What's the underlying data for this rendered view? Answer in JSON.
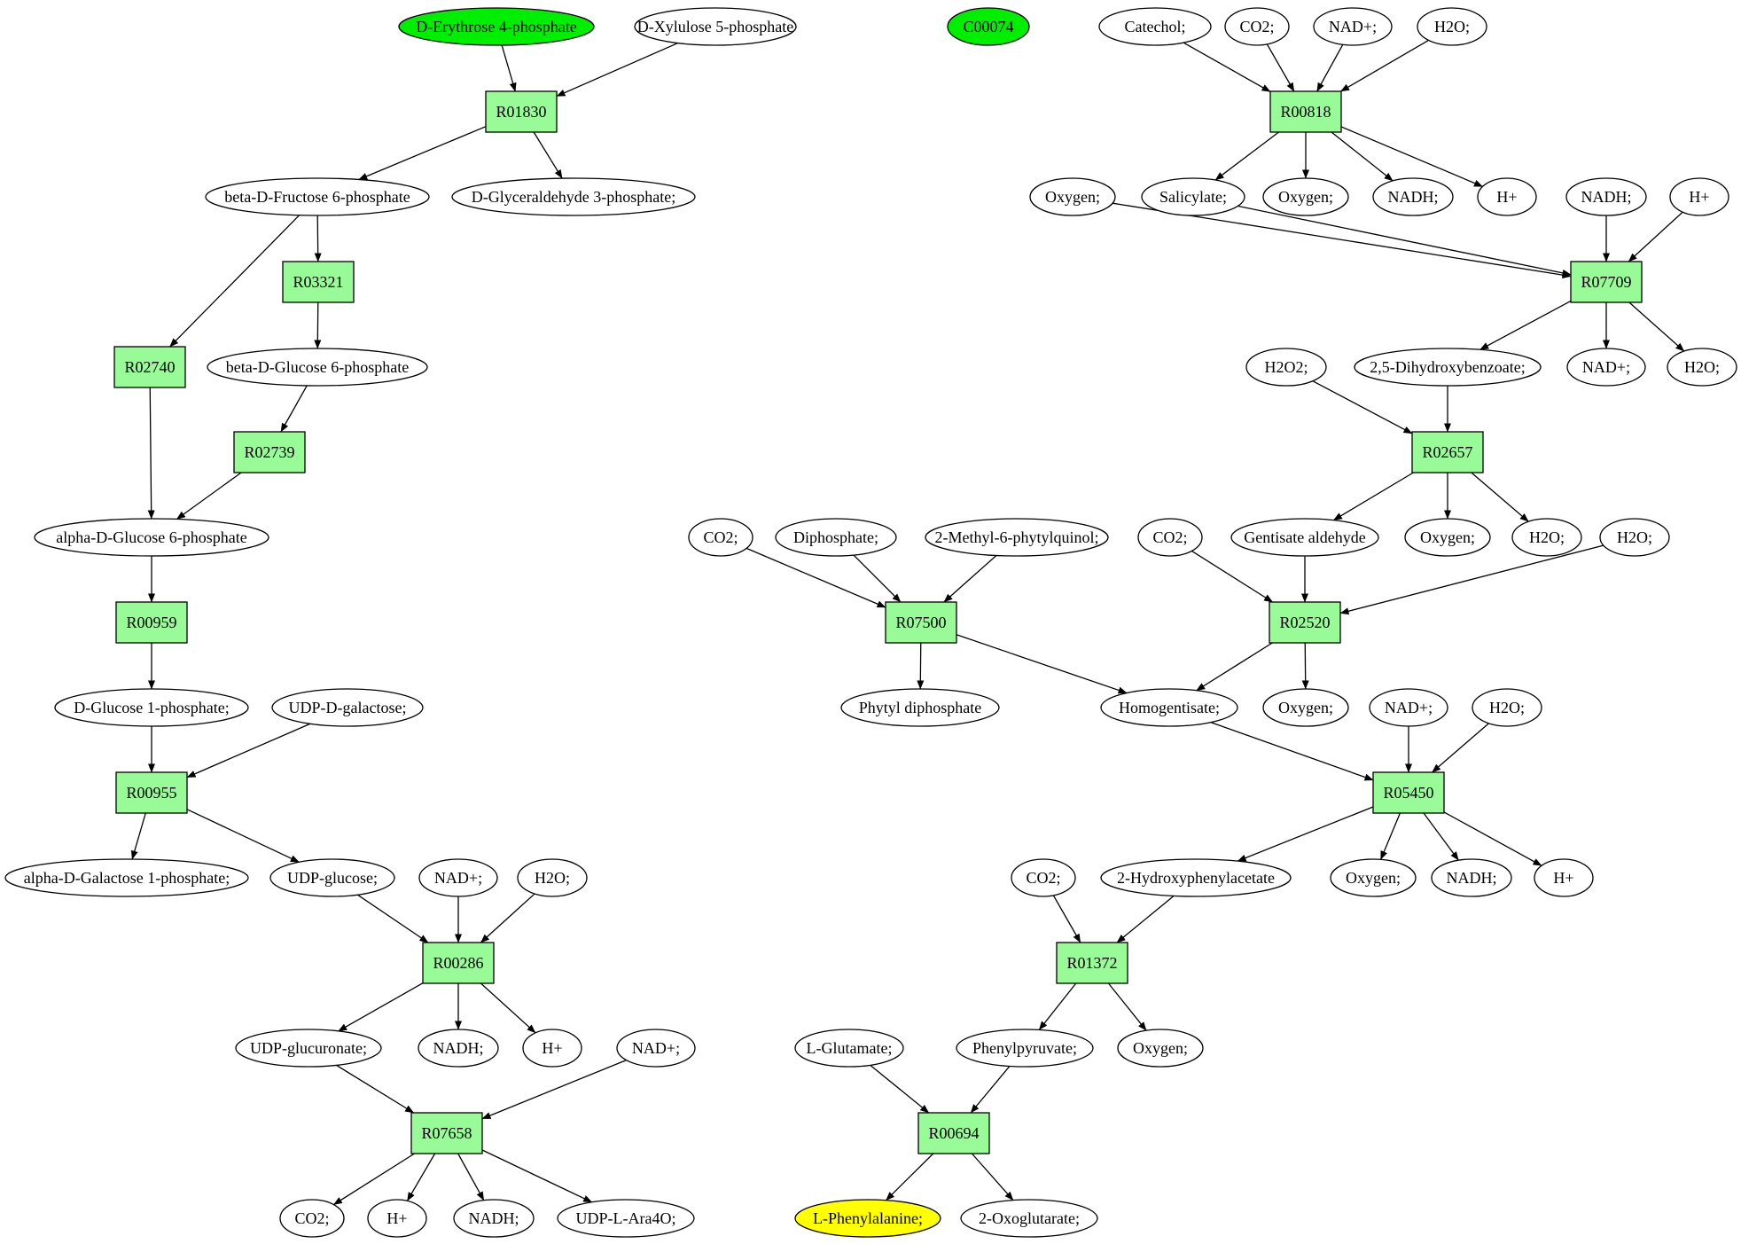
{
  "colors": {
    "compound": "#ffffff",
    "reaction": "#98fb98",
    "start": "#00ee00",
    "target": "#ffff00",
    "stroke": "#000000"
  },
  "nodes": [
    {
      "id": "n_e4p",
      "label": "D-Erythrose 4-phosphate",
      "kind": "start"
    },
    {
      "id": "n_x5p",
      "label": "D-Xylulose 5-phosphate",
      "kind": "compound"
    },
    {
      "id": "n_c74",
      "label": "C00074",
      "kind": "start"
    },
    {
      "id": "n_catechol",
      "label": "Catechol;",
      "kind": "compound"
    },
    {
      "id": "n_co2_a",
      "label": "CO2;",
      "kind": "compound"
    },
    {
      "id": "n_nadp_a",
      "label": "NAD+;",
      "kind": "compound"
    },
    {
      "id": "n_h2o_a",
      "label": "H2O;",
      "kind": "compound"
    },
    {
      "id": "r_01830",
      "label": "R01830",
      "kind": "reaction"
    },
    {
      "id": "r_00818",
      "label": "R00818",
      "kind": "reaction"
    },
    {
      "id": "n_bfru6p",
      "label": "beta-D-Fructose 6-phosphate",
      "kind": "compound"
    },
    {
      "id": "n_g3p",
      "label": "D-Glyceraldehyde 3-phosphate;",
      "kind": "compound"
    },
    {
      "id": "n_oxy_a",
      "label": "Oxygen;",
      "kind": "compound"
    },
    {
      "id": "n_salicylate",
      "label": "Salicylate;",
      "kind": "compound"
    },
    {
      "id": "n_oxy_b",
      "label": "Oxygen;",
      "kind": "compound"
    },
    {
      "id": "n_nadh_a",
      "label": "NADH;",
      "kind": "compound"
    },
    {
      "id": "n_hp_a",
      "label": "H+",
      "kind": "compound"
    },
    {
      "id": "n_nadh_b",
      "label": "NADH;",
      "kind": "compound"
    },
    {
      "id": "n_hp_b",
      "label": "H+",
      "kind": "compound"
    },
    {
      "id": "r_03321",
      "label": "R03321",
      "kind": "reaction"
    },
    {
      "id": "r_07709",
      "label": "R07709",
      "kind": "reaction"
    },
    {
      "id": "r_02740",
      "label": "R02740",
      "kind": "reaction"
    },
    {
      "id": "n_bglc6p",
      "label": "beta-D-Glucose 6-phosphate",
      "kind": "compound"
    },
    {
      "id": "n_h2o2",
      "label": "H2O2;",
      "kind": "compound"
    },
    {
      "id": "n_25dhb",
      "label": "2,5-Dihydroxybenzoate;",
      "kind": "compound"
    },
    {
      "id": "n_nadp_b",
      "label": "NAD+;",
      "kind": "compound"
    },
    {
      "id": "n_h2o_b",
      "label": "H2O;",
      "kind": "compound"
    },
    {
      "id": "r_02739",
      "label": "R02739",
      "kind": "reaction"
    },
    {
      "id": "r_02657",
      "label": "R02657",
      "kind": "reaction"
    },
    {
      "id": "n_aglc6p",
      "label": "alpha-D-Glucose 6-phosphate",
      "kind": "compound"
    },
    {
      "id": "n_co2_b",
      "label": "CO2;",
      "kind": "compound"
    },
    {
      "id": "n_diphos",
      "label": "Diphosphate;",
      "kind": "compound"
    },
    {
      "id": "n_2m6p",
      "label": "2-Methyl-6-phytylquinol;",
      "kind": "compound"
    },
    {
      "id": "n_co2_c",
      "label": "CO2;",
      "kind": "compound"
    },
    {
      "id": "n_gentald",
      "label": "Gentisate aldehyde",
      "kind": "compound"
    },
    {
      "id": "n_oxy_c",
      "label": "Oxygen;",
      "kind": "compound"
    },
    {
      "id": "n_h2o_c",
      "label": "H2O;",
      "kind": "compound"
    },
    {
      "id": "n_h2o_d",
      "label": "H2O;",
      "kind": "compound"
    },
    {
      "id": "r_00959",
      "label": "R00959",
      "kind": "reaction"
    },
    {
      "id": "r_07500",
      "label": "R07500",
      "kind": "reaction"
    },
    {
      "id": "r_02520",
      "label": "R02520",
      "kind": "reaction"
    },
    {
      "id": "n_glc1p",
      "label": "D-Glucose 1-phosphate;",
      "kind": "compound"
    },
    {
      "id": "n_udpgal",
      "label": "UDP-D-galactose;",
      "kind": "compound"
    },
    {
      "id": "n_phytyl",
      "label": "Phytyl diphosphate",
      "kind": "compound"
    },
    {
      "id": "n_homogent",
      "label": "Homogentisate;",
      "kind": "compound"
    },
    {
      "id": "n_oxy_d",
      "label": "Oxygen;",
      "kind": "compound"
    },
    {
      "id": "n_nadp_c",
      "label": "NAD+;",
      "kind": "compound"
    },
    {
      "id": "n_h2o_e",
      "label": "H2O;",
      "kind": "compound"
    },
    {
      "id": "r_00955",
      "label": "R00955",
      "kind": "reaction"
    },
    {
      "id": "r_05450",
      "label": "R05450",
      "kind": "reaction"
    },
    {
      "id": "n_agal1p",
      "label": "alpha-D-Galactose 1-phosphate;",
      "kind": "compound"
    },
    {
      "id": "n_udpglc",
      "label": "UDP-glucose;",
      "kind": "compound"
    },
    {
      "id": "n_nadp_d",
      "label": "NAD+;",
      "kind": "compound"
    },
    {
      "id": "n_h2o_f",
      "label": "H2O;",
      "kind": "compound"
    },
    {
      "id": "n_co2_d",
      "label": "CO2;",
      "kind": "compound"
    },
    {
      "id": "n_2hpa",
      "label": "2-Hydroxyphenylacetate",
      "kind": "compound"
    },
    {
      "id": "n_oxy_e",
      "label": "Oxygen;",
      "kind": "compound"
    },
    {
      "id": "n_nadh_c",
      "label": "NADH;",
      "kind": "compound"
    },
    {
      "id": "n_hp_c",
      "label": "H+",
      "kind": "compound"
    },
    {
      "id": "r_00286",
      "label": "R00286",
      "kind": "reaction"
    },
    {
      "id": "r_01372",
      "label": "R01372",
      "kind": "reaction"
    },
    {
      "id": "n_udpglcur",
      "label": "UDP-glucuronate;",
      "kind": "compound"
    },
    {
      "id": "n_nadh_d",
      "label": "NADH;",
      "kind": "compound"
    },
    {
      "id": "n_hp_d",
      "label": "H+",
      "kind": "compound"
    },
    {
      "id": "n_nadp_e",
      "label": "NAD+;",
      "kind": "compound"
    },
    {
      "id": "n_lglu",
      "label": "L-Glutamate;",
      "kind": "compound"
    },
    {
      "id": "n_phepyr",
      "label": "Phenylpyruvate;",
      "kind": "compound"
    },
    {
      "id": "n_oxy_f",
      "label": "Oxygen;",
      "kind": "compound"
    },
    {
      "id": "r_07658",
      "label": "R07658",
      "kind": "reaction"
    },
    {
      "id": "r_00694",
      "label": "R00694",
      "kind": "reaction"
    },
    {
      "id": "n_co2_e",
      "label": "CO2;",
      "kind": "compound"
    },
    {
      "id": "n_hp_e",
      "label": "H+",
      "kind": "compound"
    },
    {
      "id": "n_nadh_e",
      "label": "NADH;",
      "kind": "compound"
    },
    {
      "id": "n_udpara",
      "label": "UDP-L-Ara4O;",
      "kind": "compound"
    },
    {
      "id": "n_lphe",
      "label": "L-Phenylalanine;",
      "kind": "target"
    },
    {
      "id": "n_2og",
      "label": "2-Oxoglutarate;",
      "kind": "compound"
    }
  ],
  "edges": [
    [
      "n_e4p",
      "r_01830"
    ],
    [
      "n_x5p",
      "r_01830"
    ],
    [
      "r_01830",
      "n_bfru6p"
    ],
    [
      "r_01830",
      "n_g3p"
    ],
    [
      "n_bfru6p",
      "r_03321"
    ],
    [
      "n_bfru6p",
      "r_02740"
    ],
    [
      "r_03321",
      "n_bglc6p"
    ],
    [
      "n_bglc6p",
      "r_02739"
    ],
    [
      "r_02740",
      "n_aglc6p"
    ],
    [
      "r_02739",
      "n_aglc6p"
    ],
    [
      "n_aglc6p",
      "r_00959"
    ],
    [
      "r_00959",
      "n_glc1p"
    ],
    [
      "n_glc1p",
      "r_00955"
    ],
    [
      "n_udpgal",
      "r_00955"
    ],
    [
      "r_00955",
      "n_agal1p"
    ],
    [
      "r_00955",
      "n_udpglc"
    ],
    [
      "n_udpglc",
      "r_00286"
    ],
    [
      "n_nadp_d",
      "r_00286"
    ],
    [
      "n_h2o_f",
      "r_00286"
    ],
    [
      "r_00286",
      "n_udpglcur"
    ],
    [
      "r_00286",
      "n_nadh_d"
    ],
    [
      "r_00286",
      "n_hp_d"
    ],
    [
      "n_udpglcur",
      "r_07658"
    ],
    [
      "n_nadp_e",
      "r_07658"
    ],
    [
      "r_07658",
      "n_co2_e"
    ],
    [
      "r_07658",
      "n_hp_e"
    ],
    [
      "r_07658",
      "n_nadh_e"
    ],
    [
      "r_07658",
      "n_udpara"
    ],
    [
      "n_catechol",
      "r_00818"
    ],
    [
      "n_co2_a",
      "r_00818"
    ],
    [
      "n_nadp_a",
      "r_00818"
    ],
    [
      "n_h2o_a",
      "r_00818"
    ],
    [
      "r_00818",
      "n_salicylate"
    ],
    [
      "r_00818",
      "n_oxy_b"
    ],
    [
      "r_00818",
      "n_nadh_a"
    ],
    [
      "r_00818",
      "n_hp_a"
    ],
    [
      "n_oxy_a",
      "r_07709"
    ],
    [
      "n_salicylate",
      "r_07709"
    ],
    [
      "n_nadh_b",
      "r_07709"
    ],
    [
      "n_hp_b",
      "r_07709"
    ],
    [
      "r_07709",
      "n_25dhb"
    ],
    [
      "r_07709",
      "n_nadp_b"
    ],
    [
      "r_07709",
      "n_h2o_b"
    ],
    [
      "n_h2o2",
      "r_02657"
    ],
    [
      "n_25dhb",
      "r_02657"
    ],
    [
      "r_02657",
      "n_gentald"
    ],
    [
      "r_02657",
      "n_oxy_c"
    ],
    [
      "r_02657",
      "n_h2o_c"
    ],
    [
      "n_co2_c",
      "r_02520"
    ],
    [
      "n_gentald",
      "r_02520"
    ],
    [
      "n_h2o_d",
      "r_02520"
    ],
    [
      "r_02520",
      "n_homogent"
    ],
    [
      "r_02520",
      "n_oxy_d"
    ],
    [
      "n_co2_b",
      "r_07500"
    ],
    [
      "n_diphos",
      "r_07500"
    ],
    [
      "n_2m6p",
      "r_07500"
    ],
    [
      "r_07500",
      "n_phytyl"
    ],
    [
      "r_07500",
      "n_homogent"
    ],
    [
      "n_homogent",
      "r_05450"
    ],
    [
      "n_nadp_c",
      "r_05450"
    ],
    [
      "n_h2o_e",
      "r_05450"
    ],
    [
      "r_05450",
      "n_2hpa"
    ],
    [
      "r_05450",
      "n_oxy_e"
    ],
    [
      "r_05450",
      "n_nadh_c"
    ],
    [
      "r_05450",
      "n_hp_c"
    ],
    [
      "n_co2_d",
      "r_01372"
    ],
    [
      "n_2hpa",
      "r_01372"
    ],
    [
      "r_01372",
      "n_phepyr"
    ],
    [
      "r_01372",
      "n_oxy_f"
    ],
    [
      "n_lglu",
      "r_00694"
    ],
    [
      "n_phepyr",
      "r_00694"
    ],
    [
      "r_00694",
      "n_lphe"
    ],
    [
      "r_00694",
      "n_2og"
    ]
  ]
}
